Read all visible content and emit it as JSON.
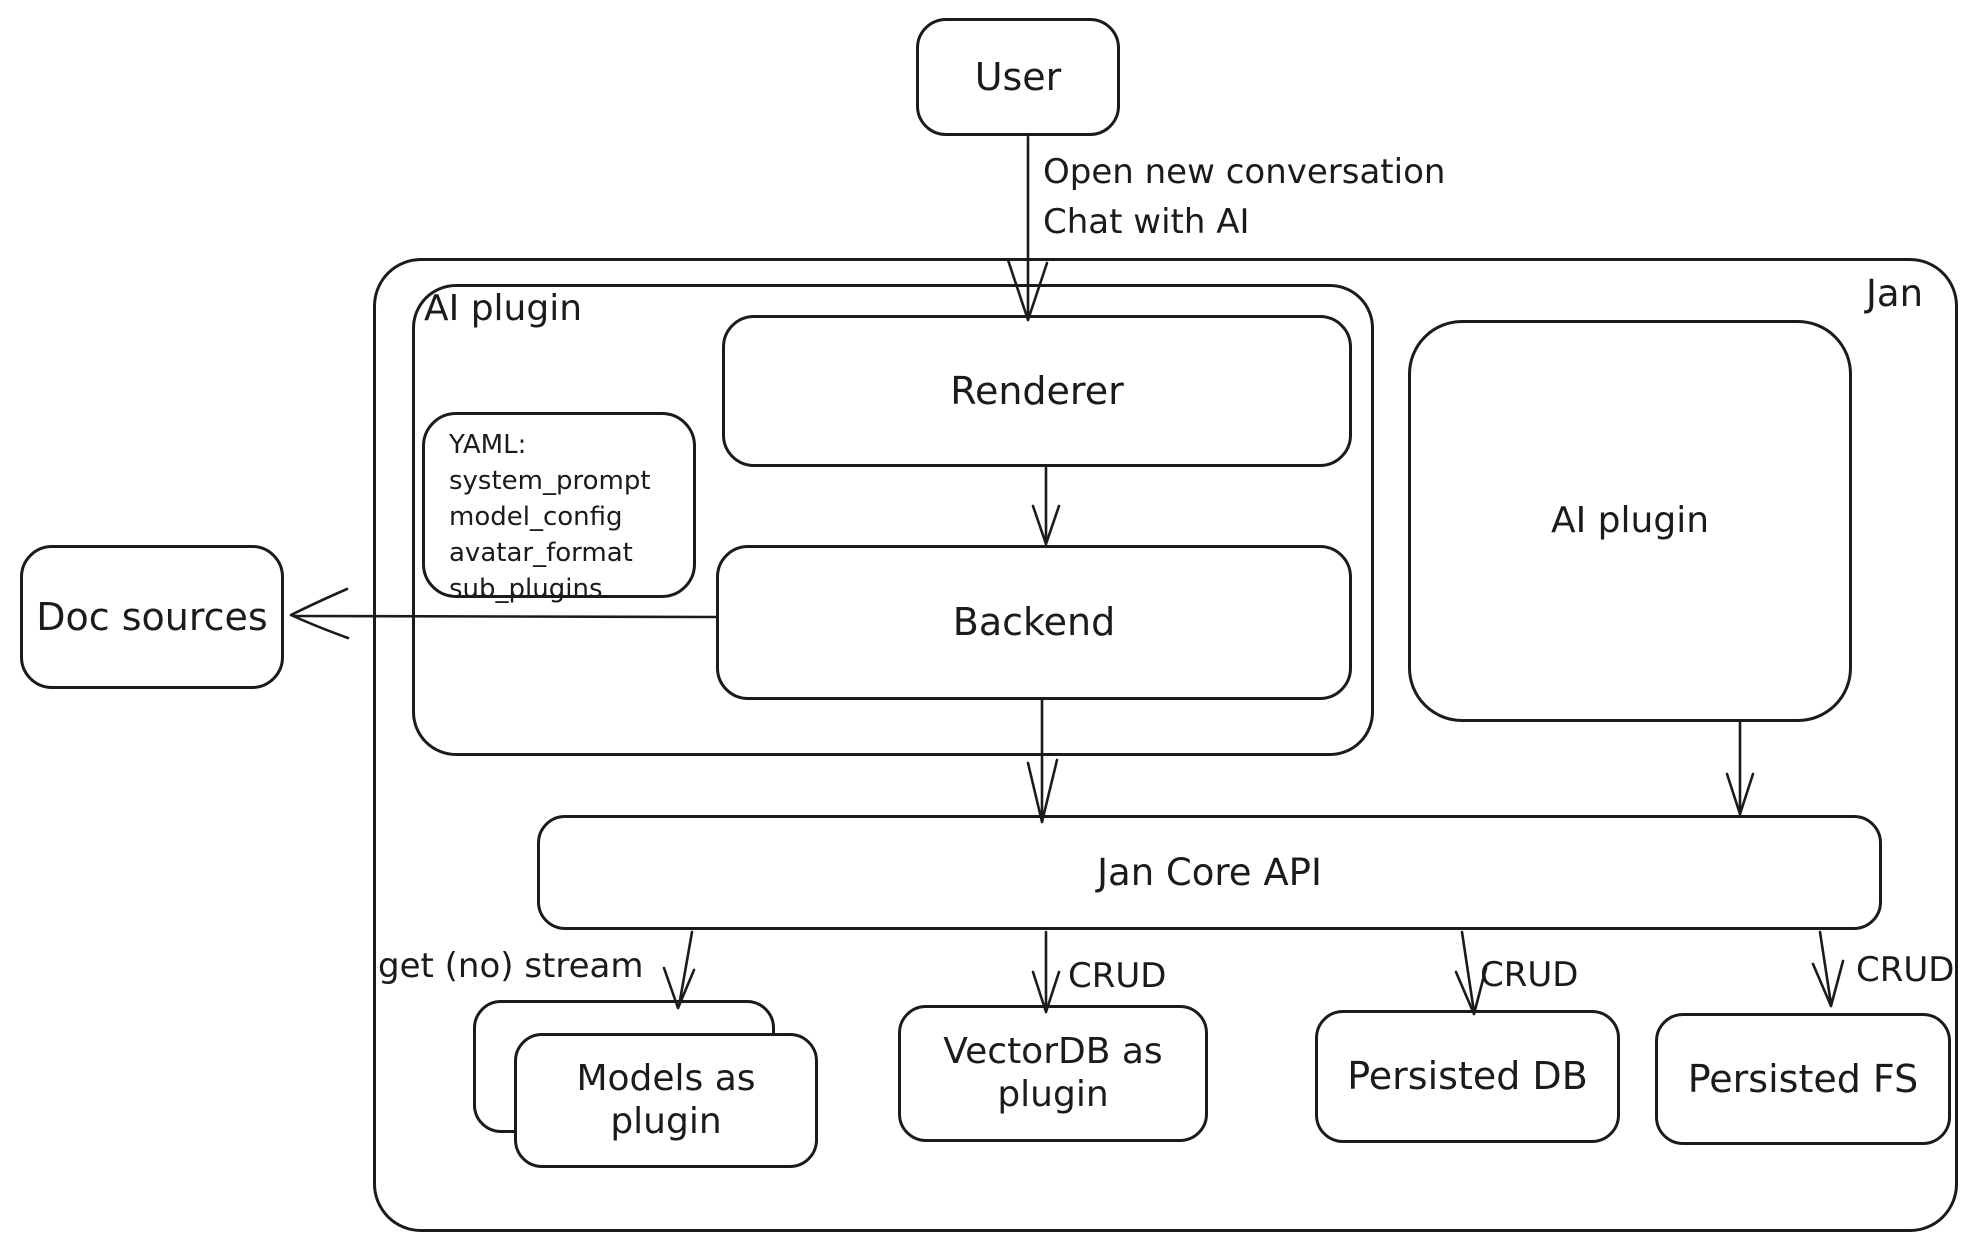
{
  "diagram": {
    "outer_title": "Jan",
    "nodes": {
      "user": {
        "label": "User"
      },
      "ai_plugin_group": {
        "label": "AI plugin"
      },
      "renderer": {
        "label": "Renderer"
      },
      "yaml_note": {
        "lines": [
          "YAML:",
          "system_prompt",
          "model_config",
          "avatar_format",
          "sub_plugins"
        ]
      },
      "backend": {
        "label": "Backend"
      },
      "doc_sources": {
        "label": "Doc sources"
      },
      "ai_plugin_right": {
        "label": "AI plugin"
      },
      "jan_core_api": {
        "label": "Jan Core API"
      },
      "models_plugin": {
        "label": "Models as plugin"
      },
      "vectordb_plugin": {
        "label": "VectorDB as plugin"
      },
      "persisted_db": {
        "label": "Persisted DB"
      },
      "persisted_fs": {
        "label": "Persisted FS"
      }
    },
    "edge_labels": {
      "user_flow_line1": "Open new conversation",
      "user_flow_line2": "Chat with AI",
      "models_stream": "get (no) stream",
      "crud_vectordb": "CRUD",
      "crud_persisted_db": "CRUD",
      "crud_persisted_fs": "CRUD"
    },
    "colors": {
      "stroke": "#1b1b1b",
      "canvas_bg": "#ffffff"
    }
  }
}
